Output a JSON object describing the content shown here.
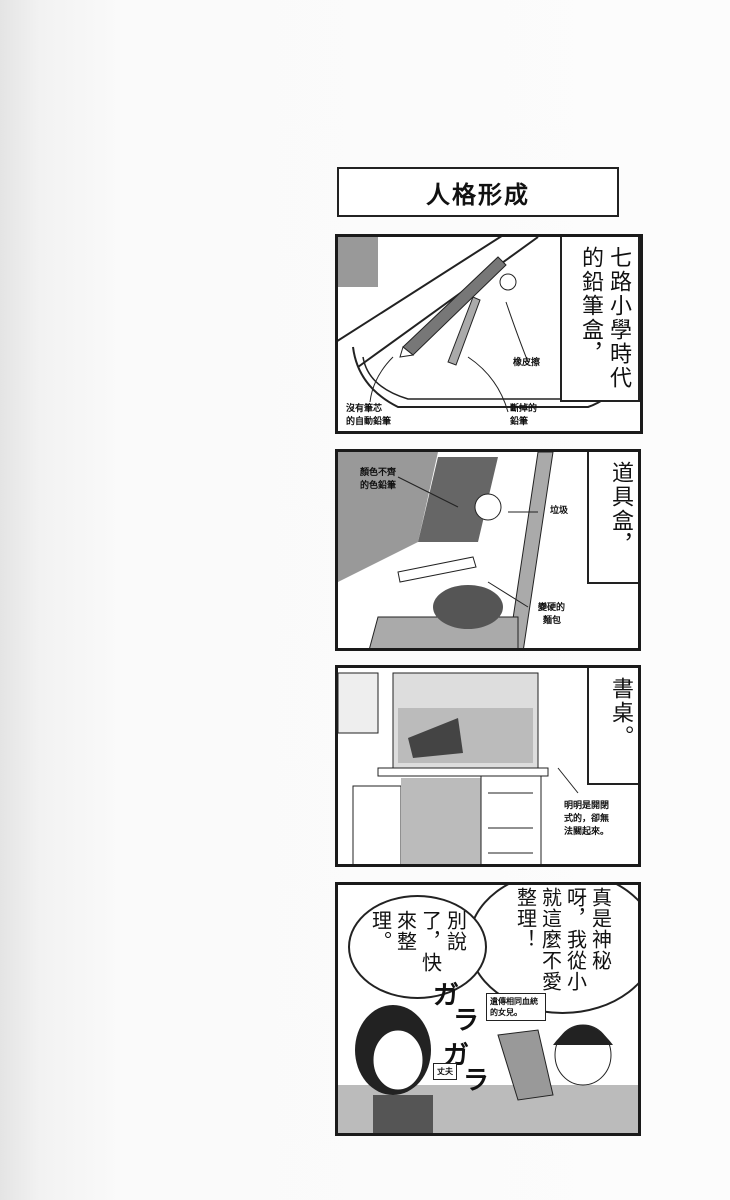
{
  "title": "人格形成",
  "panels": [
    {
      "caption": "七路小學時代的鉛筆盒，",
      "notes": {
        "eraser": "橡皮擦",
        "mech_pencil_1": "沒有筆芯",
        "mech_pencil_2": "的自動鉛筆",
        "broken_pencil_1": "斷掉的",
        "broken_pencil_2": "鉛筆"
      }
    },
    {
      "caption": "道具盒，",
      "notes": {
        "color_pencil_1": "顏色不齊",
        "color_pencil_2": "的色鉛筆",
        "trash": "垃圾",
        "bread_1": "變硬的",
        "bread_2": "麵包"
      }
    },
    {
      "caption": "書桌。",
      "notes": {
        "desk_1": "明明是開閉",
        "desk_2": "式的，卻無",
        "desk_3": "法關起來。"
      }
    },
    {
      "bubble_daughter": "真是神秘呀，我從小就這麼不愛整理！",
      "bubble_father": "別說了，快來整理。",
      "sfx": [
        "ガ",
        "ラ",
        "ガ",
        "ラ"
      ],
      "tag_daughter": "遺傳相同血統的女兒。",
      "tag_father": "丈夫"
    }
  ]
}
